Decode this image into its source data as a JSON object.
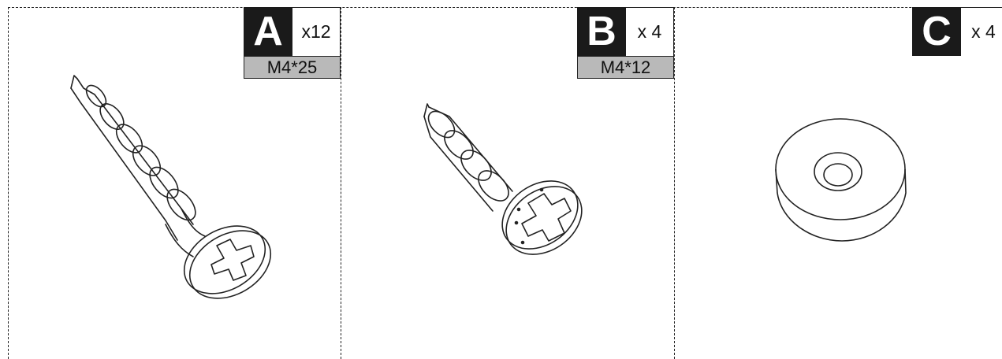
{
  "parts": [
    {
      "id": "A",
      "letter": "A",
      "quantity": "x12",
      "size": "M4*25",
      "item": "screw-icon"
    },
    {
      "id": "B",
      "letter": "B",
      "quantity": "x 4",
      "size": "M4*12",
      "item": "screw-icon"
    },
    {
      "id": "C",
      "letter": "C",
      "quantity": "x 4",
      "item": "washer-icon"
    }
  ],
  "colors": {
    "badge_dark": "#1a1a1a",
    "size_bg": "#b9b9b9",
    "line": "#222222"
  }
}
